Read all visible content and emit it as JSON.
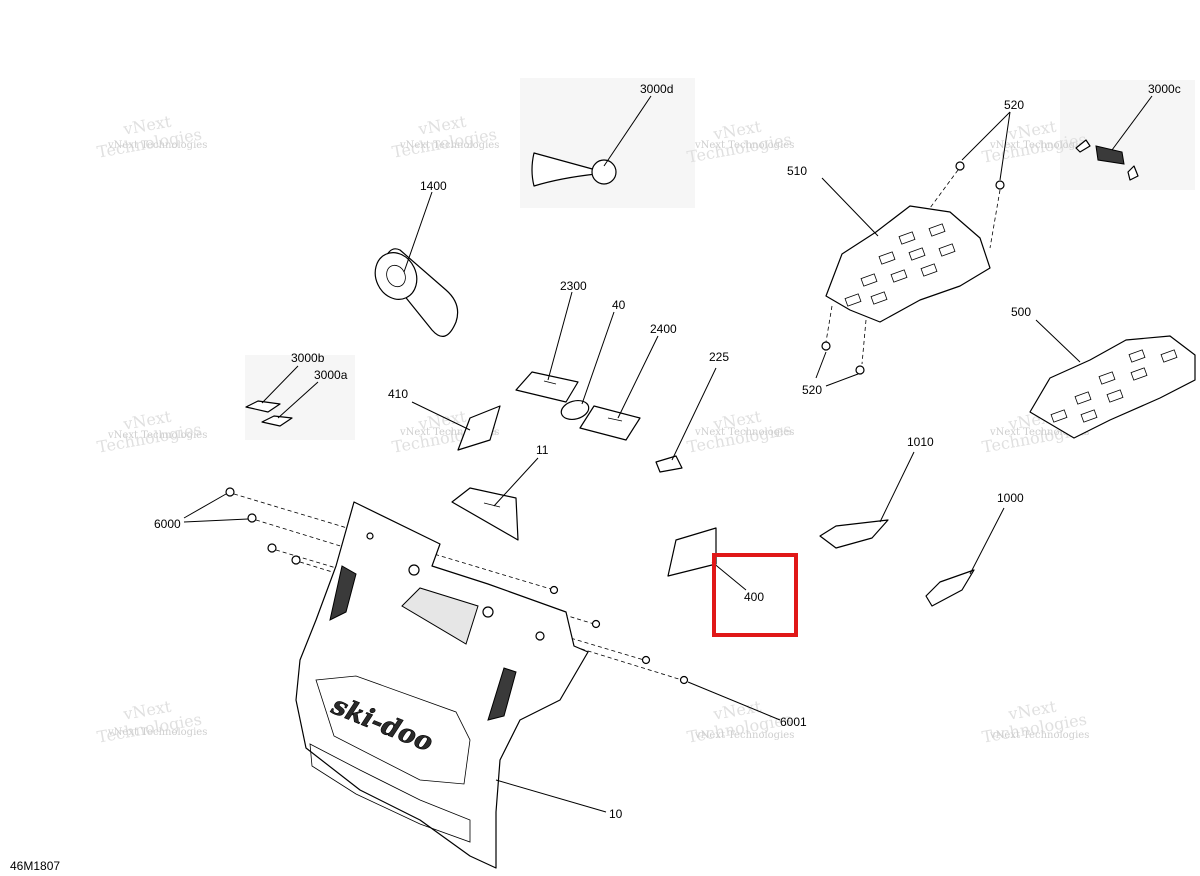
{
  "diagram_code": "46M1807",
  "watermark": {
    "line1": "vNext",
    "line2": "Technologies",
    "line3": "vNext Technologies"
  },
  "callouts": {
    "c3000d": "3000d",
    "c3000c": "3000c",
    "c520a": "520",
    "c520b": "520",
    "c510": "510",
    "c500": "500",
    "c1400": "1400",
    "c2300": "2300",
    "c40": "40",
    "c2400": "2400",
    "c225": "225",
    "c3000b": "3000b",
    "c3000a": "3000a",
    "c410": "410",
    "c11": "11",
    "c1010": "1010",
    "c1000": "1000",
    "c6000": "6000",
    "c400": "400",
    "c6001": "6001",
    "c10": "10"
  },
  "highlighted_part": "400",
  "colors": {
    "highlight": "#e01818",
    "line": "#000000",
    "watermark": "#cfcfcf"
  }
}
